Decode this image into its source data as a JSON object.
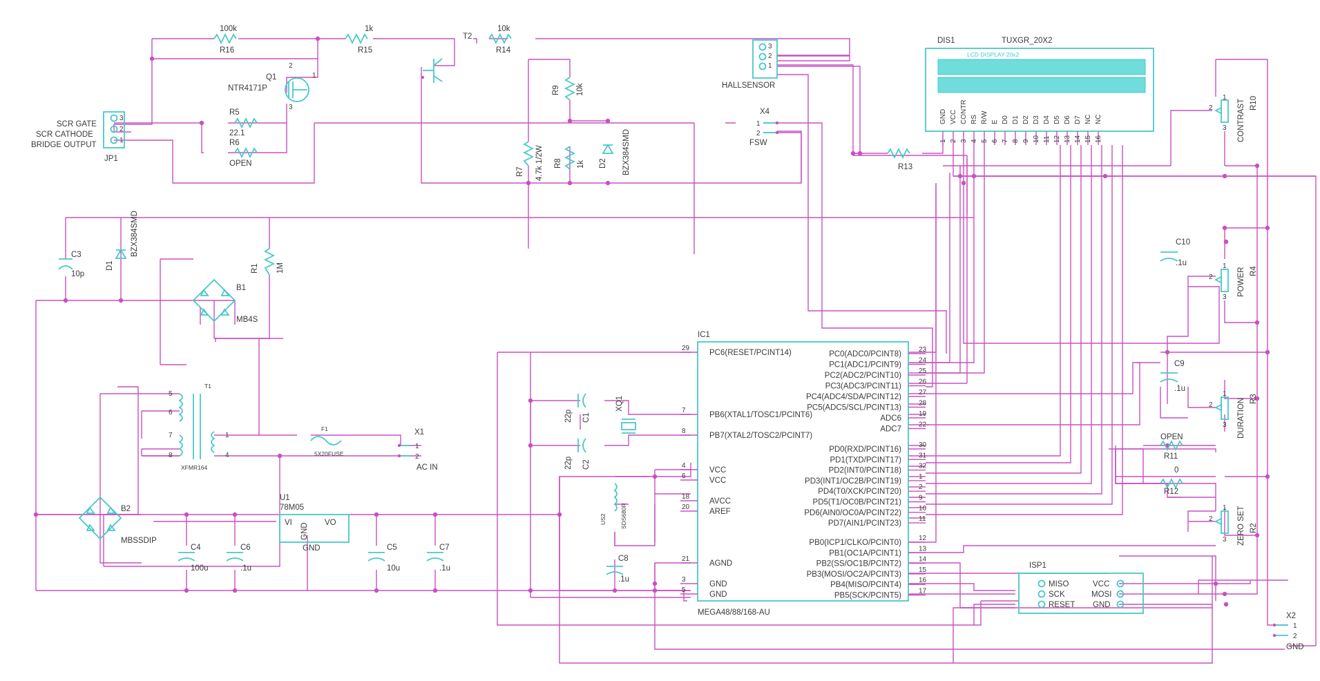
{
  "resistors": {
    "R16": {
      "name": "R16",
      "value": "100k"
    },
    "R15": {
      "name": "R15",
      "value": "1k"
    },
    "R14": {
      "name": "R14",
      "value": "10k"
    },
    "R5": {
      "name": "R5",
      "value": "22.1"
    },
    "R6": {
      "name": "R6",
      "value": "OPEN"
    },
    "R9": {
      "name": "R9",
      "value": "10k"
    },
    "R8": {
      "name": "R8",
      "value": "1k"
    },
    "R7": {
      "name": "R7",
      "value": "4.7k 1/2W"
    },
    "R1": {
      "name": "R1",
      "value": "1M"
    },
    "R13": {
      "name": "R13"
    },
    "R11": {
      "name": "R11",
      "value": "OPEN"
    },
    "R12": {
      "name": "R12",
      "value": "0"
    }
  },
  "transistors": {
    "Q1": {
      "name": "Q1",
      "value": "NTR4171P"
    },
    "T2": {
      "name": "T2"
    }
  },
  "jp1": {
    "name": "JP1",
    "pin_labels": [
      "SCR GATE",
      "SCR CATHODE",
      "BRIDGE OUTPUT"
    ],
    "pins": [
      "3",
      "2",
      "1"
    ]
  },
  "diodes": {
    "D1": {
      "name": "D1",
      "value": "BZX384SMD"
    },
    "D2": {
      "name": "D2",
      "value": "BZX384SMD"
    }
  },
  "caps": {
    "C3": {
      "name": "C3",
      "value": "10p"
    },
    "C1": {
      "name": "C1",
      "value": "22p"
    },
    "C2": {
      "name": "C2",
      "value": "22p"
    },
    "C4": {
      "name": "C4",
      "value": "100u"
    },
    "C6": {
      "name": "C6",
      "value": ".1u"
    },
    "C5": {
      "name": "C5",
      "value": "10u"
    },
    "C7": {
      "name": "C7",
      "value": ".1u"
    },
    "C8": {
      "name": "C8",
      "value": ".1u"
    },
    "C10": {
      "name": "C10",
      "value": ".1u"
    },
    "C9": {
      "name": "C9",
      "value": ".1u"
    }
  },
  "bridges": {
    "B1": {
      "name": "B1",
      "value": "MB4S"
    },
    "B2": {
      "name": "B2",
      "value": "MBSSDIP"
    }
  },
  "t1": {
    "name": "T1",
    "value": "XFMR164",
    "pins": [
      "5",
      "6",
      "7",
      "8",
      "1",
      "4"
    ]
  },
  "fuse": {
    "name": "F1",
    "value": "5X20FUSE"
  },
  "x1": {
    "name": "X1",
    "label": "AC IN",
    "pins": [
      "1",
      "2"
    ]
  },
  "u1": {
    "name": "U1",
    "value": "78M05",
    "vi": "VI",
    "vo": "VO",
    "gnd1": "GND",
    "gnd2": "GND"
  },
  "xq1": {
    "name": "XQ1"
  },
  "us2": {
    "name": "US2",
    "value": "SDS680R"
  },
  "hall": {
    "label": "HALLSENSOR",
    "pins": [
      "3",
      "2",
      "1"
    ]
  },
  "x4": {
    "name": "X4",
    "label": "FSW",
    "pins": [
      "1",
      "2"
    ]
  },
  "x2": {
    "name": "X2",
    "label": "GND",
    "pins": [
      "1",
      "2"
    ]
  },
  "dis1": {
    "name": "DIS1",
    "value": "TUXGR_20X2",
    "screen_label": "LCD DISPLAY 20x2",
    "pin_names": [
      "GND",
      "VCC",
      "CONTR",
      "RS",
      "R/W",
      "E",
      "D0",
      "D1",
      "D2",
      "D3",
      "D4",
      "D5",
      "D6",
      "D7",
      "NC",
      "NC"
    ],
    "pin_numbers": [
      "1",
      "2",
      "3",
      "4",
      "5",
      "6",
      "7",
      "8",
      "9",
      "10",
      "11",
      "12",
      "13",
      "14",
      "15",
      "16"
    ]
  },
  "pots": {
    "R10": {
      "name": "R10",
      "label": "CONTRAST"
    },
    "R4": {
      "name": "R4",
      "label": "POWER"
    },
    "R3": {
      "name": "R3",
      "label": "DURATION"
    },
    "R2": {
      "name": "R2",
      "label": "ZERO SET"
    }
  },
  "pot_pins": [
    "1",
    "2",
    "3"
  ],
  "ic1": {
    "name": "IC1",
    "value": "MEGA48/88/168-AU",
    "left": [
      {
        "num": "29",
        "name": "PC6(RESET/PCINT14)"
      },
      {
        "num": "7",
        "name": "PB6(XTAL1/TOSC1/PCINT6)"
      },
      {
        "num": "8",
        "name": "PB7(XTAL2/TOSC2/PCINT7)"
      },
      {
        "num": "4",
        "name": "VCC"
      },
      {
        "num": "6",
        "name": "VCC"
      },
      {
        "num": "18",
        "name": "AVCC"
      },
      {
        "num": "20",
        "name": "AREF"
      },
      {
        "num": "21",
        "name": "AGND"
      },
      {
        "num": "3",
        "name": "GND"
      },
      {
        "num": "5",
        "name": "GND"
      }
    ],
    "right": [
      {
        "num": "23",
        "name": "PC0(ADC0/PCINT8)"
      },
      {
        "num": "24",
        "name": "PC1(ADC1/PCINT9)"
      },
      {
        "num": "25",
        "name": "PC2(ADC2/PCINT10)"
      },
      {
        "num": "26",
        "name": "PC3(ADC3/PCINT11)"
      },
      {
        "num": "27",
        "name": "PC4(ADC4/SDA/PCINT12)"
      },
      {
        "num": "28",
        "name": "PC5(ADC5/SCL/PCINT13)"
      },
      {
        "num": "19",
        "name": "ADC6"
      },
      {
        "num": "22",
        "name": "ADC7"
      },
      {
        "num": "30",
        "name": "PD0(RXD/PCINT16)"
      },
      {
        "num": "31",
        "name": "PD1(TXD/PCINT17)"
      },
      {
        "num": "32",
        "name": "PD2(INT0/PCINT18)"
      },
      {
        "num": "1",
        "name": "PD3(INT1/OC2B/PCINT19)"
      },
      {
        "num": "2",
        "name": "PD4(T0/XCK/PCINT20)"
      },
      {
        "num": "9",
        "name": "PD5(T1/OC0B/PCINT21)"
      },
      {
        "num": "10",
        "name": "PD6(AIN0/OC0A/PCINT22)"
      },
      {
        "num": "11",
        "name": "PD7(AIN1/PCINT23)"
      },
      {
        "num": "12",
        "name": "PB0(ICP1/CLKO/PCINT0)"
      },
      {
        "num": "13",
        "name": "PB1(OC1A/PCINT1)"
      },
      {
        "num": "14",
        "name": "PB2(SS/OC1B/PCINT2)"
      },
      {
        "num": "15",
        "name": "PB3(MOSI/OC2A/PCINT3)"
      },
      {
        "num": "16",
        "name": "PB4(MISO/PCINT4)"
      },
      {
        "num": "17",
        "name": "PB5(SCK/PCINT5)"
      }
    ]
  },
  "isp1": {
    "name": "ISP1",
    "left": [
      "MISO",
      "SCK",
      "RESET"
    ],
    "right": [
      "VCC",
      "MOSI",
      "GND"
    ]
  }
}
